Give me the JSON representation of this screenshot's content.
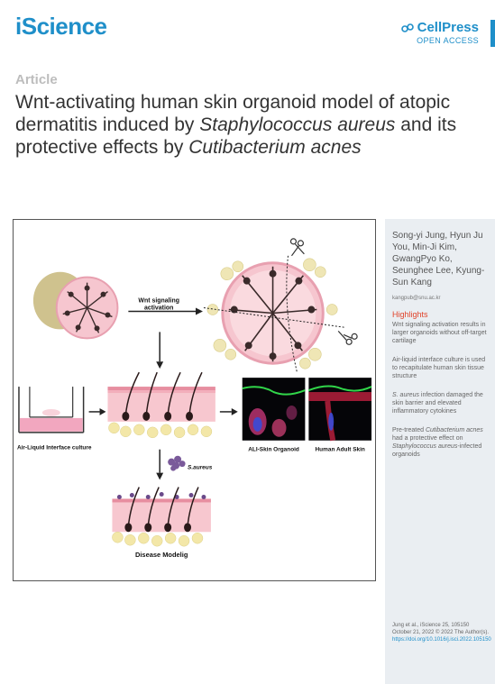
{
  "header": {
    "journal": "iScience",
    "publisher": "CellPress",
    "access": "OPEN ACCESS"
  },
  "article": {
    "type": "Article",
    "title_parts": [
      {
        "text": "Wnt-activating human skin organoid model of atopic dermatitis induced by ",
        "italic": false
      },
      {
        "text": "Staphylococcus aureus",
        "italic": true
      },
      {
        "text": " and its protective effects by ",
        "italic": false
      },
      {
        "text": "Cutibacterium acnes",
        "italic": true
      }
    ]
  },
  "figure": {
    "wnt_label_line1": "Wnt signaling",
    "wnt_label_line2": "activation",
    "ali_label": "Air-Liquid Interface culture",
    "ali_organoid_label": "ALI-Skin Organoid",
    "adult_skin_label": "Human Adult  Skin",
    "saureus_label": "S.aureus",
    "disease_label": "Disease Modelig"
  },
  "sidebar": {
    "authors": "Song-yi Jung, Hyun Ju You, Min-Ji Kim, GwangPyo Ko, Seunghee Lee, Kyung-Sun Kang",
    "email": "kangpub@snu.ac.kr",
    "highlights_title": "Highlights",
    "highlights": [
      [
        {
          "text": "Wnt signaling activation results in larger organoids without off-target cartilage",
          "italic": false
        }
      ],
      [
        {
          "text": "Air-liquid interface culture is used to recapitulate human skin tissue structure",
          "italic": false
        }
      ],
      [
        {
          "text": "S. aureus",
          "italic": true
        },
        {
          "text": " infection damaged the skin barrier and elevated inflammatory cytokines",
          "italic": false
        }
      ],
      [
        {
          "text": "Pre-treated ",
          "italic": false
        },
        {
          "text": "Cutibacterium acnes",
          "italic": true
        },
        {
          "text": " had a protective effect on ",
          "italic": false
        },
        {
          "text": "Staphylococcus aureus",
          "italic": true
        },
        {
          "text": "-infected organoids",
          "italic": false
        }
      ]
    ],
    "citation_line1": "Jung et al., iScience 25, 105150",
    "citation_line2": "October 21, 2022 © 2022 The Author(s).",
    "doi": "https://doi.org/10.1016/j.isci.2022.105150"
  }
}
